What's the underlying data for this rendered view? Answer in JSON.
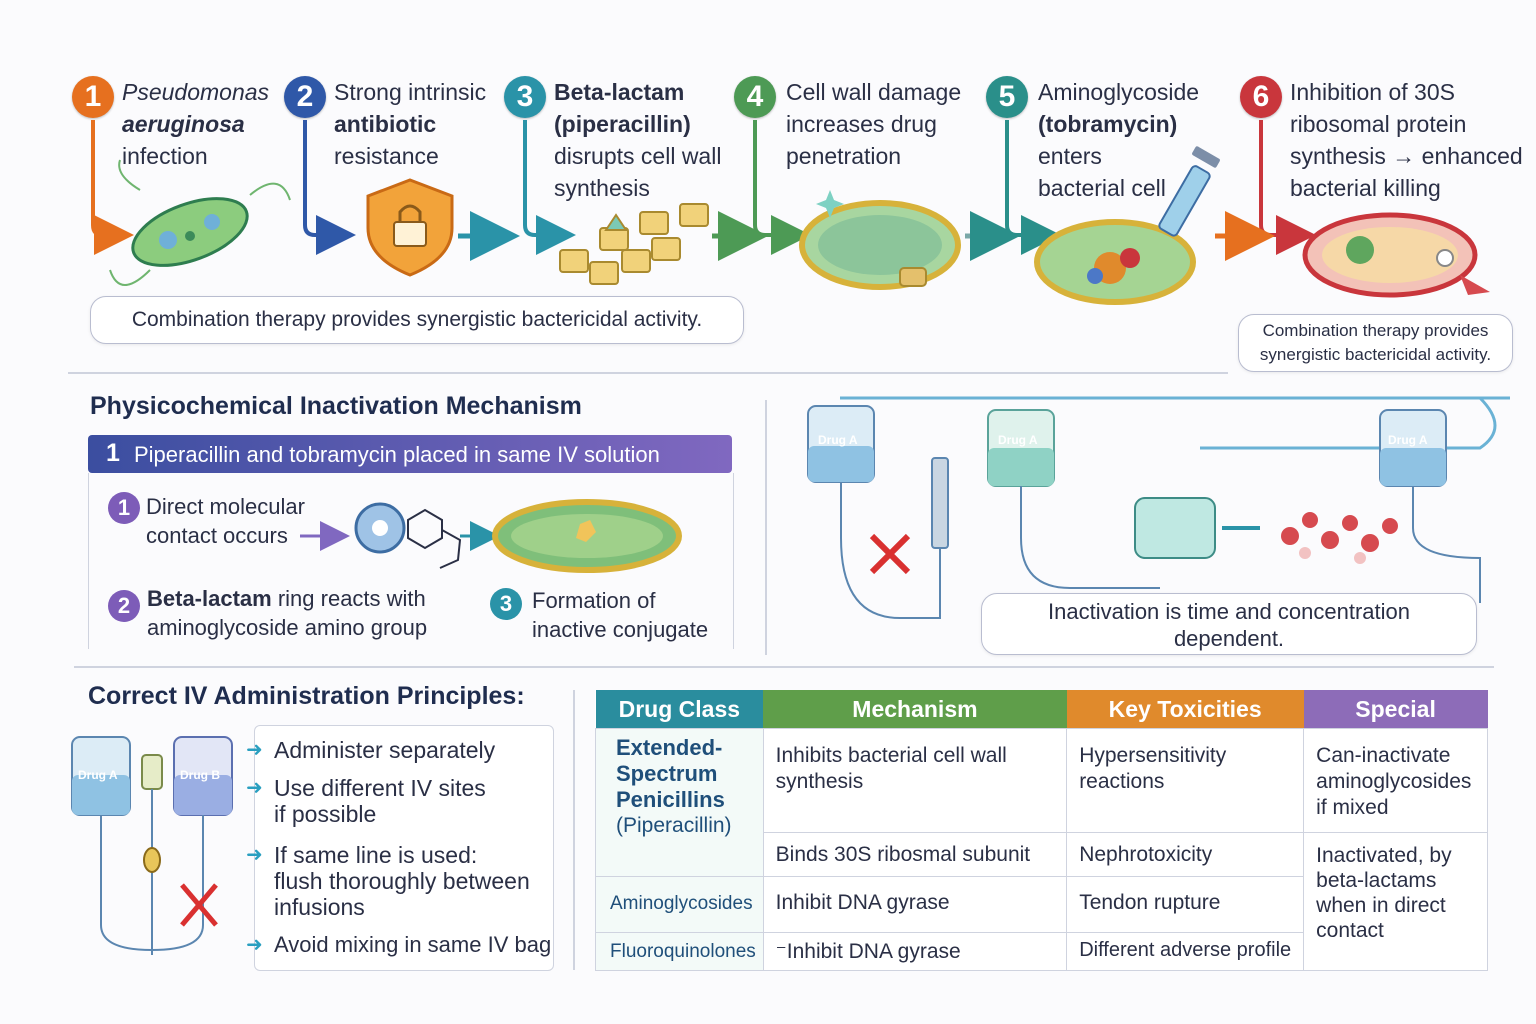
{
  "steps": [
    {
      "num": "1",
      "color": "#e6701f",
      "line1": "Pseudomonas",
      "line2": "aeruginosa",
      "line3": "infection"
    },
    {
      "num": "2",
      "color": "#2f58a8",
      "line1": "Strong intrinsic",
      "line2": "antibiotic",
      "line3": "resistance"
    },
    {
      "num": "3",
      "color": "#2a93a8",
      "line1": "Beta-lactam",
      "line2": "(piperacillin)",
      "line3": "disrupts cell wall",
      "line4": "synthesis"
    },
    {
      "num": "4",
      "color": "#4d9a55",
      "line1": "Cell wall damage",
      "line2": "increases drug",
      "line3": "penetration"
    },
    {
      "num": "5",
      "color": "#2a8f8a",
      "line1": "Aminoglycoside",
      "line2": "(tobramycin)",
      "line3": "enters",
      "line4": "bacterial cell"
    },
    {
      "num": "6",
      "color": "#c9363c",
      "line1": "Inhibition of 30S",
      "line2": "ribosomal protein",
      "line3": "synthesis → enhanced",
      "line4": "bacterial killing"
    }
  ],
  "combo_note_main": "Combination therapy provides synergistic bactericidal activity.",
  "combo_note_side": "Combination therapy provides synergistic bactericidal activity.",
  "inactivation": {
    "title": "Physicochemical Inactivation Mechanism",
    "header_num": "1",
    "header_text": "Piperacillin and tobramycin placed in same IV solution",
    "sub1_num": "1",
    "sub1_line1": "Direct molecular",
    "sub1_line2": "contact occurs",
    "sub2_num": "2",
    "sub2_bold": "Beta-lactam",
    "sub2_rest": " ring reacts with",
    "sub2_line2": "aminoglycoside amino group",
    "sub3_num": "3",
    "sub3_line1": "Formation of",
    "sub3_line2": "inactive conjugate",
    "bag_label": "Drug A",
    "note_line1": "Inactivation is time and concentration",
    "note_line2": "dependent."
  },
  "principles": {
    "title": "Correct IV Administration Principles:",
    "bag_left": "Drug A",
    "bag_right": "Drug B",
    "items": [
      {
        "l1": "Administer separately"
      },
      {
        "l1": "Use different IV sites",
        "l2": "if possible"
      },
      {
        "l1": "If same line is used:",
        "l2": "flush thoroughly between",
        "l3": "infusions"
      },
      {
        "l1": "Avoid mixing in same IV bag"
      }
    ]
  },
  "table": {
    "headers": [
      {
        "label": "Drug Class",
        "color": "#2a8d9e"
      },
      {
        "label": "Mechanism",
        "color": "#5f9e4a"
      },
      {
        "label": "Key Toxicities",
        "color": "#e08a2c"
      },
      {
        "label": "Special",
        "color": "#8d6cb8"
      }
    ],
    "penicillin_class_l1": "Extended-",
    "penicillin_class_l2": "Spectrum",
    "penicillin_class_l3": "Penicillins",
    "penicillin_class_l4": "(Piperacillin)",
    "penicillin_mech_l1": "Inhibits bacterial cell wall",
    "penicillin_mech_l2": "synthesis",
    "penicillin_tox_l1": "Hypersensitivity",
    "penicillin_tox_l2": "reactions",
    "penicillin_special_l1": "Can-inactivate",
    "penicillin_special_l2": "aminoglycosides",
    "penicillin_special_l3": "if mixed",
    "row2_mech": "Binds 30S ribosmal subunit",
    "row2_tox": "Nephrotoxicity",
    "amino_special_l1": "Inactivated,  by",
    "amino_special_l2": "beta-lactams",
    "amino_special_l3": "when in direct",
    "amino_special_l4": "contact",
    "amino_class": "Aminoglycosides",
    "amino_mech": "Inhibit DNA gyrase",
    "amino_tox": "Tendon rupture",
    "fluoro_class": "Fluoroquinolones",
    "fluoro_mech": "⁻Inhibit DNA gyrase",
    "fluoro_tox": "Different adverse profile"
  }
}
